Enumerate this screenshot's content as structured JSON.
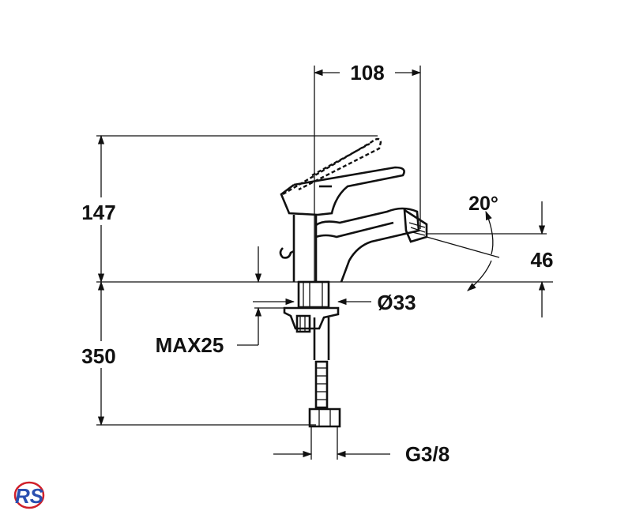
{
  "dimensions": {
    "width_top": "108",
    "height_above_deck": "147",
    "length_below_deck": "350",
    "max_deck_thickness": "MAX25",
    "hole_diameter": "Ø33",
    "spray_angle": "20°",
    "outlet_height": "46",
    "connection_thread": "G3/8"
  },
  "logo": {
    "text": "RS"
  },
  "colors": {
    "line": "#111111",
    "background": "#ffffff",
    "logo_red": "#d0202a",
    "logo_blue": "#2a4fb0"
  }
}
